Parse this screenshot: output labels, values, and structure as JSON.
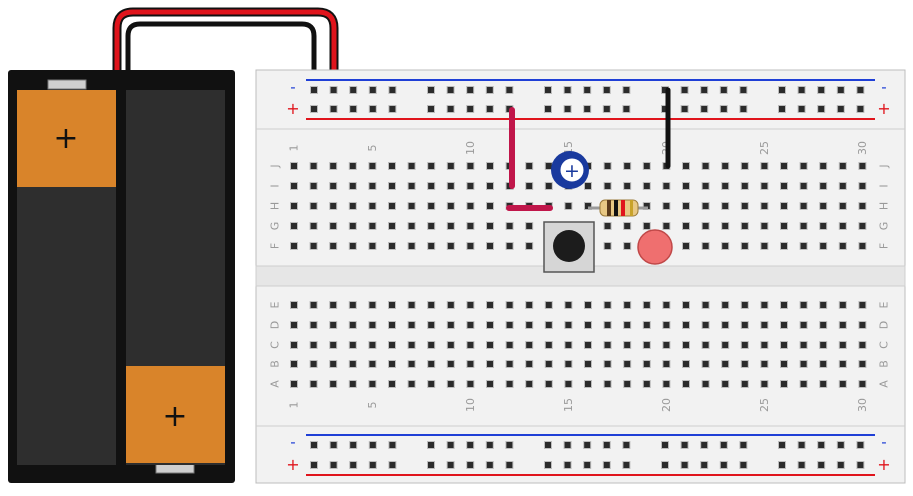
{
  "battery": {
    "plus_top": "+",
    "plus_bottom": "+"
  },
  "breadboard": {
    "rail_minus": "-",
    "rail_plus": "+",
    "column_numbers": [
      "1",
      "5",
      "10",
      "15",
      "20",
      "25",
      "30"
    ],
    "upper_rows": [
      "J",
      "I",
      "H",
      "G",
      "F"
    ],
    "lower_rows": [
      "E",
      "D",
      "C",
      "B",
      "A"
    ]
  },
  "components": {
    "capacitor_polarity": "+"
  },
  "colors": {
    "battery_body": "#111111",
    "battery_cell": "#2e2e2e",
    "battery_terminal": "#d9842a",
    "wire_red": "#e0141c",
    "wire_black": "#111111",
    "jumper": "#c0164a",
    "rail_blue": "#1f3fd6",
    "rail_red": "#e0141c",
    "led": "#ef6f6f",
    "capacitor": "#1a3a9e",
    "board": "#f2f2f2"
  }
}
